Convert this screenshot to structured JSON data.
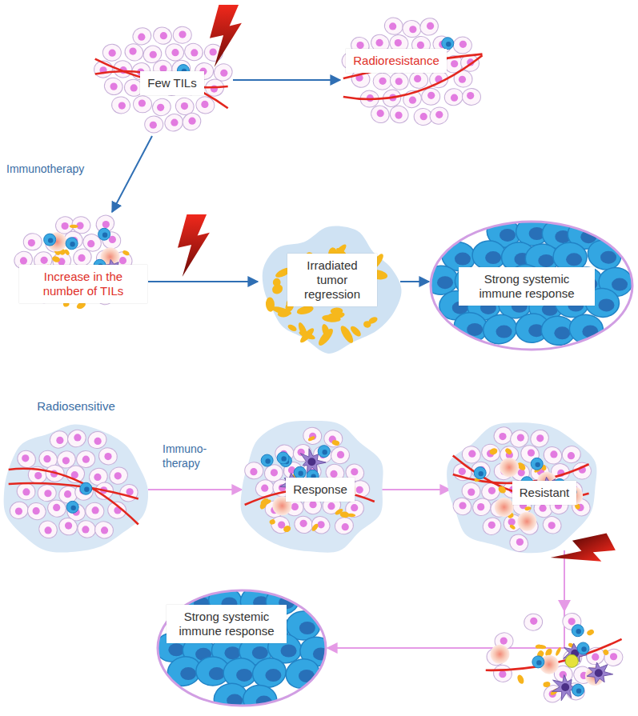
{
  "diagram": {
    "nodes": [
      {
        "text": [
          "Few TILs"
        ]
      },
      {
        "text": [
          "Radioresistance"
        ]
      },
      {
        "text": [
          "Increase in the number of TILs"
        ]
      },
      {
        "text": [
          "Irradiated tumor regression"
        ]
      },
      {
        "text": [
          "Strong systemic immune response"
        ]
      },
      {
        "text": [
          "Radiosensitive"
        ]
      },
      {
        "text": [
          "Response"
        ]
      },
      {
        "text": [
          "Resistant"
        ]
      },
      {
        "text": [
          "Strong systemic immune response"
        ]
      }
    ],
    "edges": [
      {
        "from": 0,
        "to": 1,
        "arrow": "to"
      },
      {
        "from": 0,
        "to": 2,
        "arrow": "to",
        "label": "Immunotherapy"
      },
      {
        "from": 2,
        "to": 3,
        "arrow": "to"
      },
      {
        "from": 3,
        "to": 4,
        "arrow": "to"
      },
      {
        "from": 5,
        "to": 6,
        "arrow": "to",
        "label": "Immuno- therapy"
      },
      {
        "from": 6,
        "to": 7,
        "arrow": "to"
      },
      {
        "from": 7,
        "to": 8,
        "arrow": "to"
      }
    ]
  }
}
